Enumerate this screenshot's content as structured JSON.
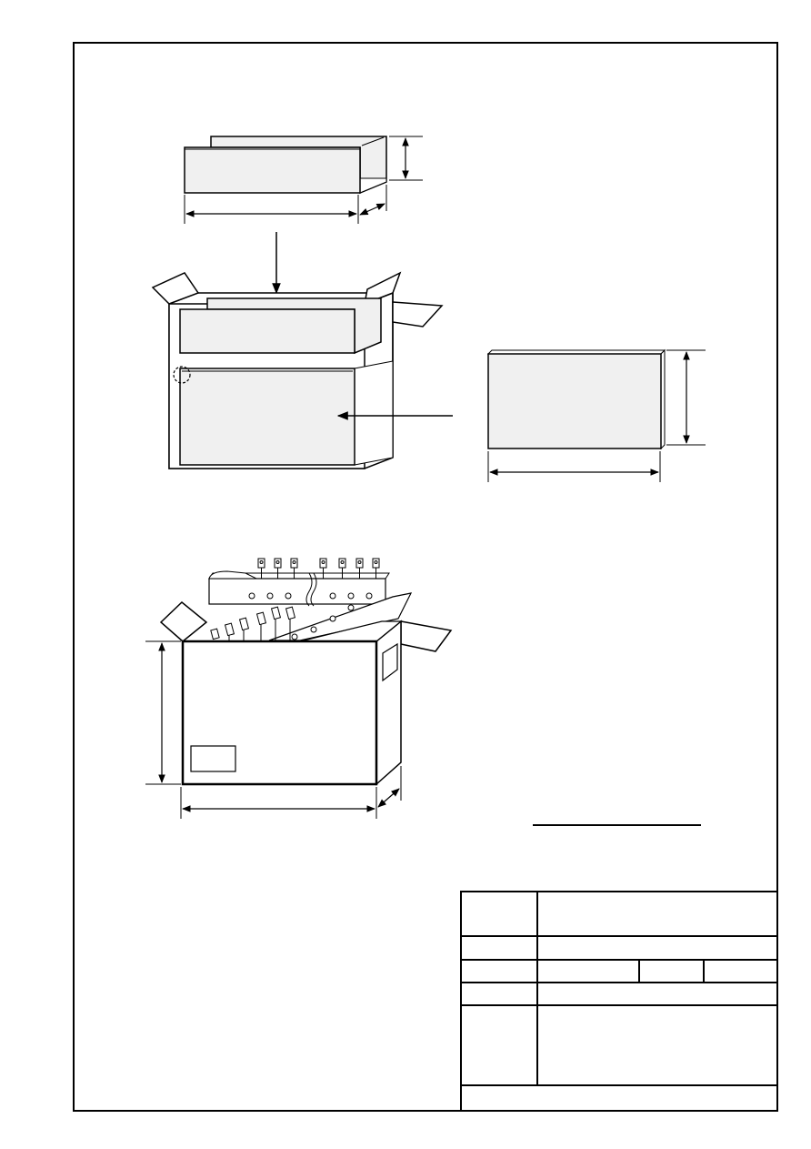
{
  "drawing": {
    "colors": {
      "line": "#000000",
      "fill": "#f0f0f0",
      "paper": "#ffffff"
    },
    "sheet": {
      "frame": "drawing-frame"
    },
    "figures": [
      {
        "name": "tray-insert-view"
      },
      {
        "name": "box-with-inserts-view"
      },
      {
        "name": "panel-insert-view"
      },
      {
        "name": "packed-box-view"
      }
    ],
    "title_block": {
      "rows": 6
    }
  }
}
